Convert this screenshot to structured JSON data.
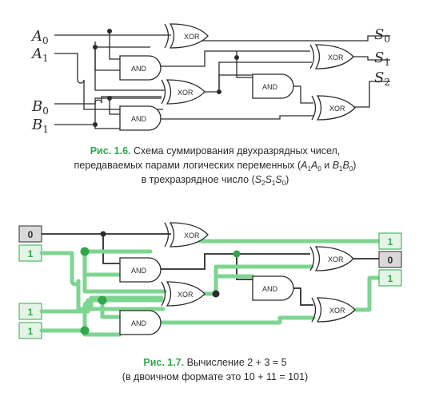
{
  "figure1": {
    "inputs": {
      "a0": "A",
      "a0_sub": "0",
      "a1": "A",
      "a1_sub": "1",
      "b0": "B",
      "b0_sub": "0",
      "b1": "B",
      "b1_sub": "1"
    },
    "outputs": {
      "s0": "S",
      "s0_sub": "0",
      "s1": "S",
      "s1_sub": "1",
      "s2": "S",
      "s2_sub": "2"
    },
    "gates": {
      "xor1": "XOR",
      "and1": "AND",
      "xor2": "XOR",
      "and2": "AND",
      "xor3": "XOR",
      "and3": "AND",
      "xor4": "XOR"
    },
    "caption": {
      "label": "Рис. 1.6.",
      "line1": " Схема суммирования двухразрядных чисел,",
      "line2_a": "передаваемых парами логических переменных (",
      "line2_A1": "A",
      "line2_A1s": "1",
      "line2_A0": "A",
      "line2_A0s": "0",
      "line2_mid": " и ",
      "line2_B1": "B",
      "line2_B1s": "1",
      "line2_B0": "B",
      "line2_B0s": "0",
      "line2_end": ")",
      "line3_a": "в трехразрядное число (",
      "line3_S2": "S",
      "line3_S2s": "2",
      "line3_S1": "S",
      "line3_S1s": "1",
      "line3_S0": "S",
      "line3_S0s": "0",
      "line3_end": ")"
    }
  },
  "figure2": {
    "input_bits": {
      "a0": "0",
      "a1": "1",
      "b0": "1",
      "b1": "1"
    },
    "output_bits": {
      "s0": "1",
      "s1": "0",
      "s2": "1"
    },
    "gates": {
      "xor1": "XOR",
      "and1": "AND",
      "xor2": "XOR",
      "and2": "AND",
      "xor3": "XOR",
      "and3": "AND",
      "xor4": "XOR"
    },
    "caption": {
      "label": "Рис. 1.7.",
      "line1": " Вычисление 2 + 3 = 5",
      "line2": "(в двоичном формате это 10 + 11 = 101)"
    }
  },
  "colors": {
    "wire": "#2b2b2b",
    "active": "#7ed491",
    "accent": "#2fa84a",
    "bit_on_bg": "#e4f4e7",
    "bit_off_bg": "#d9d9d9"
  }
}
